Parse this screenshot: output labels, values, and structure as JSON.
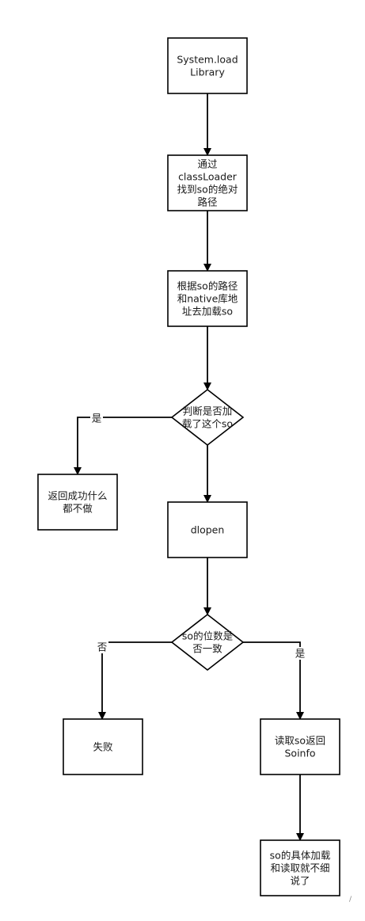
{
  "nodes": [
    {
      "id": "n1",
      "shape": "rect",
      "lines": [
        "System.load",
        "Library"
      ]
    },
    {
      "id": "n2",
      "shape": "rect",
      "lines": [
        "通过",
        "classLoader",
        "找到so的绝对",
        "路径"
      ]
    },
    {
      "id": "n3",
      "shape": "rect",
      "lines": [
        "根据so的路径",
        "和native库地",
        "址去加载so"
      ]
    },
    {
      "id": "n4",
      "shape": "diamond",
      "lines": [
        "判断是否加",
        "载了这个so"
      ]
    },
    {
      "id": "n5",
      "shape": "rect",
      "lines": [
        "返回成功什么",
        "都不做"
      ]
    },
    {
      "id": "n6",
      "shape": "rect",
      "lines": [
        "dlopen"
      ]
    },
    {
      "id": "n7",
      "shape": "diamond",
      "lines": [
        "so的位数是",
        "否一致"
      ]
    },
    {
      "id": "n8",
      "shape": "rect",
      "lines": [
        "失败"
      ]
    },
    {
      "id": "n9",
      "shape": "rect",
      "lines": [
        "读取so返回",
        "Soinfo"
      ]
    },
    {
      "id": "n10",
      "shape": "rect",
      "lines": [
        "so的具体加载",
        "和读取就不细",
        "说了"
      ]
    }
  ],
  "edges": [
    {
      "id": "e1",
      "from": "n1",
      "to": "n2",
      "label": ""
    },
    {
      "id": "e2",
      "from": "n2",
      "to": "n3",
      "label": ""
    },
    {
      "id": "e3",
      "from": "n3",
      "to": "n4",
      "label": ""
    },
    {
      "id": "e4",
      "from": "n4",
      "to": "n5",
      "label": "是"
    },
    {
      "id": "e5",
      "from": "n4",
      "to": "n6",
      "label": ""
    },
    {
      "id": "e6",
      "from": "n6",
      "to": "n7",
      "label": ""
    },
    {
      "id": "e7",
      "from": "n7",
      "to": "n8",
      "label": "否"
    },
    {
      "id": "e8",
      "from": "n7",
      "to": "n9",
      "label": "是"
    },
    {
      "id": "e9",
      "from": "n9",
      "to": "n10",
      "label": ""
    }
  ],
  "corner_mark": "/"
}
